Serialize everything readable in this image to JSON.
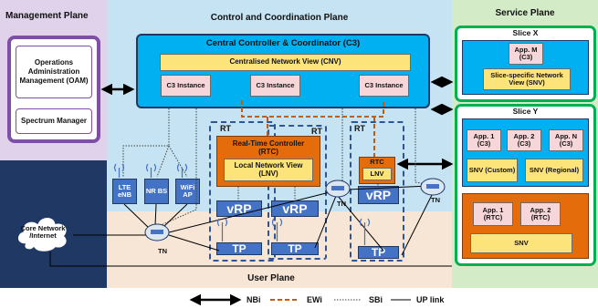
{
  "planes": {
    "management": "Management Plane",
    "control": "Control and Coordination Plane",
    "service": "Service Plane",
    "user": "User Plane"
  },
  "management": {
    "oam": "Operations Administration Management (OAM)",
    "spectrum": "Spectrum Manager"
  },
  "control": {
    "c3_title": "Central Controller & Coordinator (C3)",
    "cnv": "Centralised Network View (CNV)",
    "instances": [
      "C3 Instance",
      "C3 Instance",
      "C3 Instance"
    ]
  },
  "rt": {
    "label": "RT",
    "rtc_title": "Real-Time Controller (RTC)",
    "lnv_full": "Local Network View (LNV)",
    "rtc_short": "RTC",
    "lnv_short": "LNV",
    "vrp": "vRP",
    "tp": "TP"
  },
  "access": {
    "lte": "LTE eNB",
    "nr": "NR BS",
    "wifi": "WiFi AP"
  },
  "tn": "TN",
  "core": "Core Network /Internet",
  "slice_x": {
    "title": "Slice X",
    "app": "App. M (C3)",
    "snv": "Slice-specific Network View (SNV)"
  },
  "slice_y": {
    "title": "Slice Y",
    "apps": [
      "App. 1 (C3)",
      "App. 2 (C3)",
      "App. N (C3)"
    ],
    "snv_custom": "SNV (Custom)",
    "snv_regional": "SNV (Regional)",
    "rtc_apps": [
      "App. 1 (RTC)",
      "App. 2 (RTC)"
    ],
    "snv": "SNV"
  },
  "legend": {
    "nbi": "NBi",
    "ewi": "EWi",
    "sbi": "SBi",
    "uplink": "UP link"
  },
  "colors": {
    "management_bg": "#e0d2ea",
    "control_bg": "#c5e3f2",
    "service_bg": "#d4ebc8",
    "c3_blue": "#00b0f0",
    "rtc_orange": "#e46c0a",
    "dark_navy": "#1f3864",
    "slice_green": "#00b050"
  }
}
